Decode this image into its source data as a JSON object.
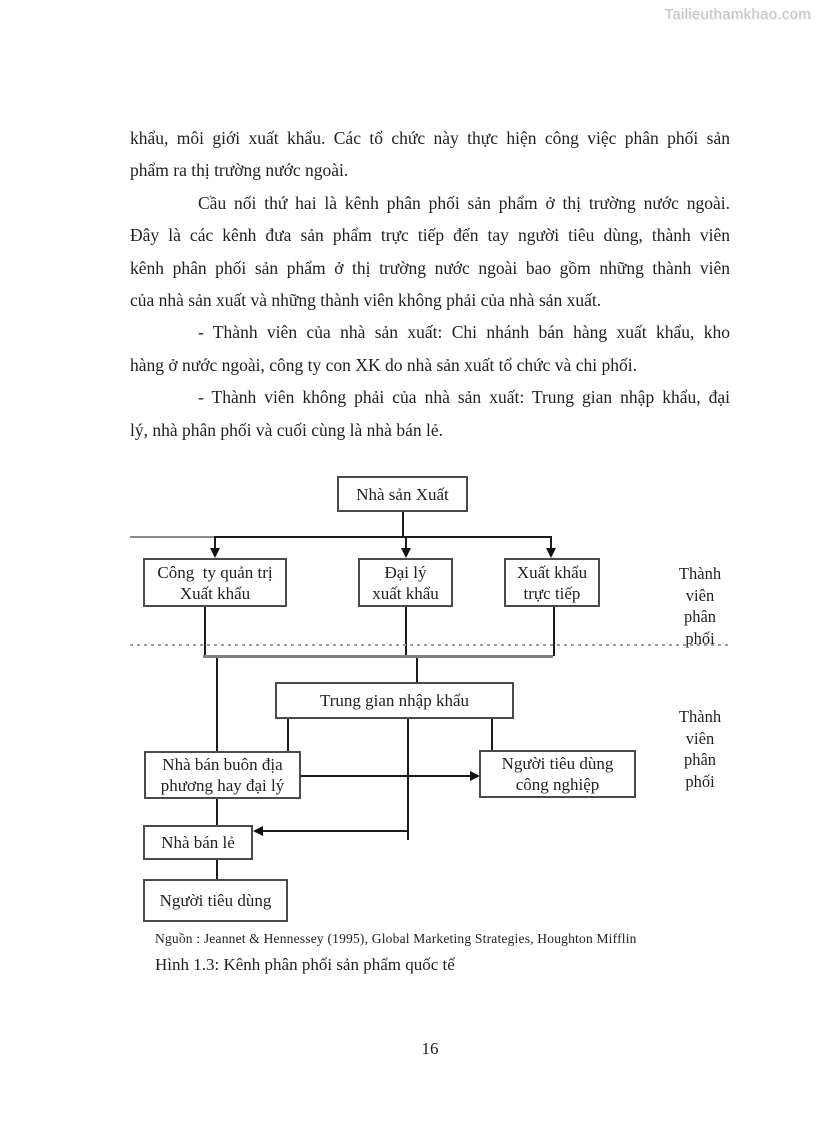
{
  "watermark": "Tailieuthamkhao.com",
  "colors": {
    "ink": "#1f1f1f",
    "watermark_gray": "#c2c2c2"
  },
  "body": {
    "paragraphs": [
      {
        "lines": [
          "khẩu, môi giới xuất khẩu. Các tổ chức này thực hiện công việc phân phối sản",
          "phẩm ra thị trường nước ngoài."
        ]
      },
      {
        "lines": [
          "Cầu nối thứ hai là kênh phân phối sản phẩm ở thị trường nước ngoài.",
          "Đây là các kênh đưa sản phẩm trực tiếp đến tay người tiêu dùng, thành viên",
          "kênh phân phối sản phẩm ở thị trường nước ngoài bao gồm những thành viên",
          "của nhà sản xuất và những thành viên không phải của nhà sản xuất."
        ]
      },
      {
        "lines": [
          "- Thành viên của nhà sản xuất: Chi nhánh bán hàng xuất khẩu, kho",
          "hàng ở nước ngoài, công ty con XK do nhà sản xuất tổ chức và chi phối."
        ]
      },
      {
        "lines": [
          "- Thành viên không phải của nhà sản xuất: Trung gian nhập khẩu, đại",
          "lý, nhà phân phối và cuối cùng là nhà bán lẻ."
        ]
      }
    ]
  },
  "diagram": {
    "boxes": {
      "producer": {
        "lines": [
          "Nhà sản Xuất"
        ]
      },
      "export_mgmt": {
        "lines": [
          "Công  ty quản trị",
          "Xuất khẩu"
        ]
      },
      "export_agent": {
        "lines": [
          "Đại lý",
          "xuất khẩu"
        ]
      },
      "direct_export": {
        "lines": [
          "Xuất khẩu",
          "trực tiếp"
        ]
      },
      "import_intermediary": {
        "lines": [
          "Trung gian nhập khẩu"
        ]
      },
      "local_wholesaler": {
        "lines": [
          "Nhà bán buôn địa",
          "phương hay đại lý"
        ]
      },
      "industrial_consumer": {
        "lines": [
          "Người tiêu dùng",
          "công nghiệp"
        ]
      },
      "retailer": {
        "lines": [
          "Nhà bán lẻ"
        ]
      },
      "consumer": {
        "lines": [
          "Người tiêu dùng"
        ]
      }
    },
    "side_labels": [
      {
        "lines": [
          "Thành",
          "viên",
          "phân",
          "phối"
        ]
      },
      {
        "lines": [
          "Thành",
          "viên",
          "phân",
          "phối"
        ]
      }
    ]
  },
  "figure": {
    "source": "Nguồn : Jeannet & Hennessey (1995), Global Marketing Strategies, Houghton Mifflin",
    "caption": "Hình 1.3: Kênh phân phối sản phẩm quốc tế"
  },
  "footer": {
    "page_number": "16"
  }
}
